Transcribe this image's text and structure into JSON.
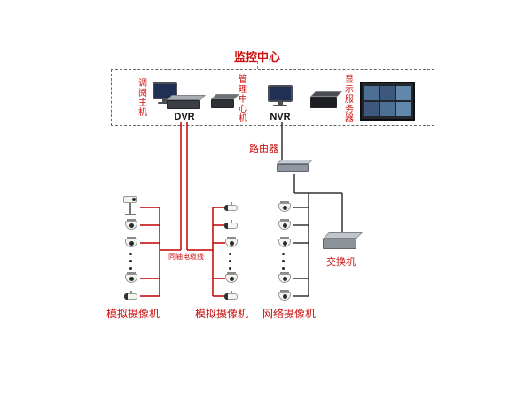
{
  "title": "监控中心",
  "monitor_center": {
    "viewer_host": "调阅主机",
    "dvr": "DVR",
    "management": "管理中心机",
    "nvr": "NVR",
    "display_server": "显示服务器"
  },
  "network": {
    "router": "路由器",
    "switch": "交换机"
  },
  "labels": {
    "coax": "同轴电缆线"
  },
  "camera_groups": {
    "analog_left": "模拟摄像机",
    "analog_mid": "模拟摄像机",
    "network_cams": "网络摄像机"
  },
  "colors": {
    "line_red": "#c00000",
    "line_black": "#333333",
    "label_red": "#cc1111"
  }
}
